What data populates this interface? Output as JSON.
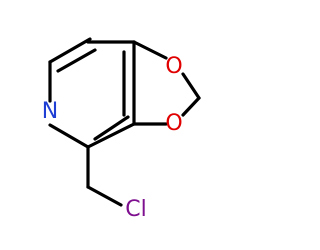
{
  "molecule": {
    "atoms": {
      "nitrogen": {
        "symbol": "N",
        "color": "#1f3fd4"
      },
      "oxygen_top": {
        "symbol": "O",
        "color": "#e00000"
      },
      "oxygen_bottom": {
        "symbol": "O",
        "color": "#e00000"
      },
      "chlorine": {
        "symbol": "Cl",
        "color": "#7e0f8f"
      }
    },
    "bond_color": "#000000"
  }
}
